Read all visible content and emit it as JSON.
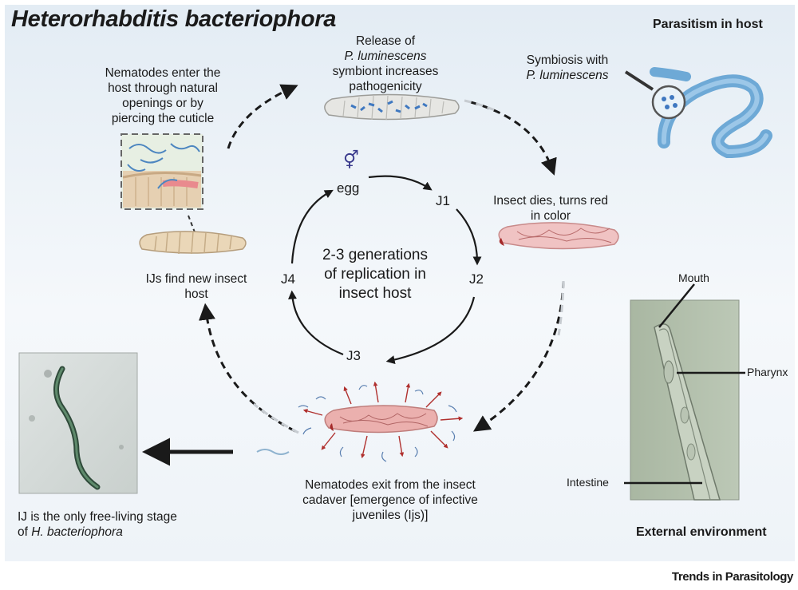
{
  "title": "Heterorhabditis bacteriophora",
  "host_label": "Parasitism in host",
  "env_label": "External environment",
  "footer": "Trends in Parasitology",
  "sex_symbol": "⚥",
  "center_lines": [
    "2-3 generations",
    "of replication in",
    "insect host"
  ],
  "stages": {
    "egg": "egg",
    "j1": "J1",
    "j2": "J2",
    "j3": "J3",
    "j4": "J4"
  },
  "steps": {
    "enter": [
      "Nematodes enter the",
      "host through natural",
      "openings or by",
      "piercing the cuticle"
    ],
    "release": {
      "line1": "Release of",
      "species": "P. luminescens",
      "line3": "symbiont increases",
      "line4": "pathogenicity"
    },
    "symbiosis": {
      "line1": "Symbiosis with",
      "species": "P. luminescens"
    },
    "dies": [
      "Insect dies, turns red",
      "in color"
    ],
    "find": [
      "IJs find new insect",
      "host"
    ],
    "exit": [
      "Nematodes exit from the insect",
      "cadaver [emergence of infective",
      "juveniles (Ijs)]"
    ],
    "free": {
      "line1": "IJ is the only free-living stage",
      "prefix": "of ",
      "species": "H. bacteriophora"
    }
  },
  "anatomy": {
    "mouth": "Mouth",
    "pharynx": "Pharynx",
    "intestine": "Intestine"
  }
}
